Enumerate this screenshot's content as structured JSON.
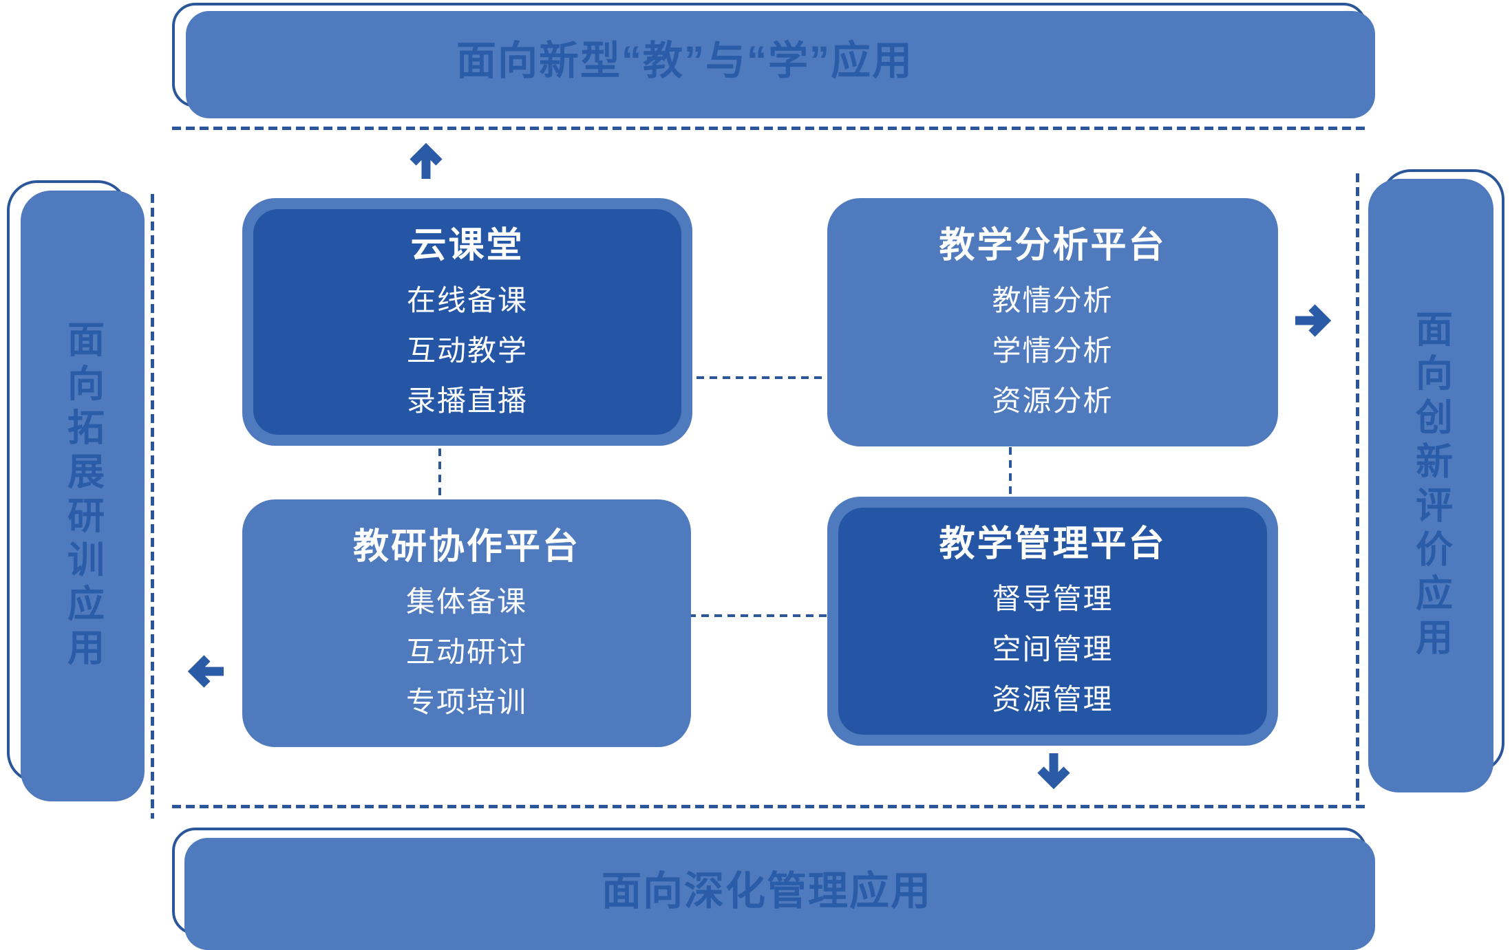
{
  "diagram": {
    "top_banner": "面向新型“教”与“学”应用",
    "bottom_banner": "面向深化管理应用",
    "left_banner": "面向拓展研训应用",
    "right_banner": "面向创新评价应用"
  },
  "boxes": {
    "cloud_classroom": {
      "title": "云课堂",
      "items": [
        "在线备课",
        "互动教学",
        "录播直播"
      ]
    },
    "teaching_analysis": {
      "title": "教学分析平台",
      "items": [
        "教情分析",
        "学情分析",
        "资源分析"
      ]
    },
    "research_collaboration": {
      "title": "教研协作平台",
      "items": [
        "集体备课",
        "互动研讨",
        "专项培训"
      ]
    },
    "teaching_management": {
      "title": "教学管理平台",
      "items": [
        "督导管理",
        "空间管理",
        "资源管理"
      ]
    }
  },
  "icons": {
    "up_arrow": "↑",
    "right_arrow": "→",
    "left_arrow": "←",
    "down_arrow": "↓"
  },
  "colors": {
    "medium_blue": "#4F7BBE",
    "dark_blue": "#2456A5",
    "stroke_blue": "#2B579A",
    "banner_text_blue": "#2B5CA8",
    "box_text": "#FFFFFF"
  }
}
